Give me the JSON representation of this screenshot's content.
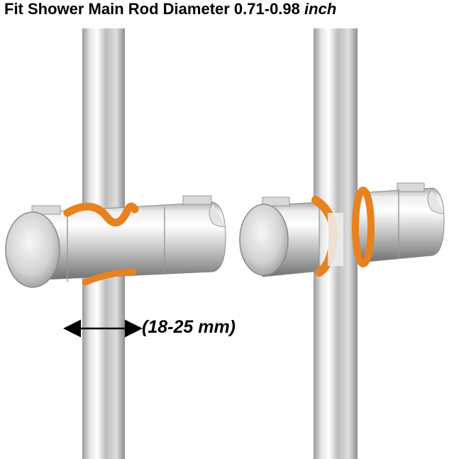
{
  "title": {
    "text": "Fit Shower Main Rod Diameter 0.71-0.98",
    "unit": "inch"
  },
  "dimension_label": "(18-25 mm)",
  "colors": {
    "chrome_light": "#f4f4f4",
    "chrome_mid": "#c9c9c9",
    "chrome_dark": "#8a8a8a",
    "rubber_orange": "#e8821e",
    "text": "#000000"
  },
  "products": [
    {
      "view": "holder-with-rubber-straps-wrapped-front"
    },
    {
      "view": "holder-with-rubber-rings-side"
    }
  ]
}
